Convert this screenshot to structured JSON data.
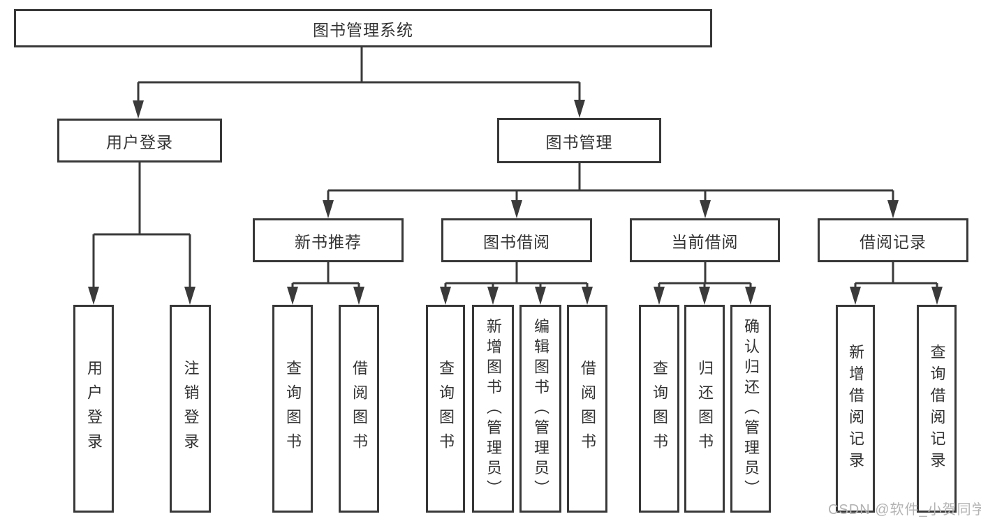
{
  "diagram": {
    "root": {
      "label": "图书管理系统"
    },
    "level2": [
      {
        "label": "用户登录"
      },
      {
        "label": "图书管理"
      }
    ],
    "level3": [
      {
        "label": "新书推荐"
      },
      {
        "label": "图书借阅"
      },
      {
        "label": "当前借阅"
      },
      {
        "label": "借阅记录"
      }
    ],
    "leaves": [
      {
        "label": "用户登录"
      },
      {
        "label": "注销登录"
      },
      {
        "label": "查询图书"
      },
      {
        "label": "借阅图书"
      },
      {
        "label": "查询图书"
      },
      {
        "label": "新增图书（管理员）"
      },
      {
        "label": "编辑图书（管理员）"
      },
      {
        "label": "借阅图书"
      },
      {
        "label": "查询图书"
      },
      {
        "label": "归还图书"
      },
      {
        "label": "确认归还（管理员）"
      },
      {
        "label": "新增借阅记录"
      },
      {
        "label": "查询借阅记录"
      }
    ],
    "watermark": "CSDN @软件_小贺同学",
    "colors": {
      "line": "#3a3a3a",
      "border": "#383838",
      "text": "#333333",
      "background": "#ffffff",
      "watermark": "#b3b3b3"
    }
  }
}
